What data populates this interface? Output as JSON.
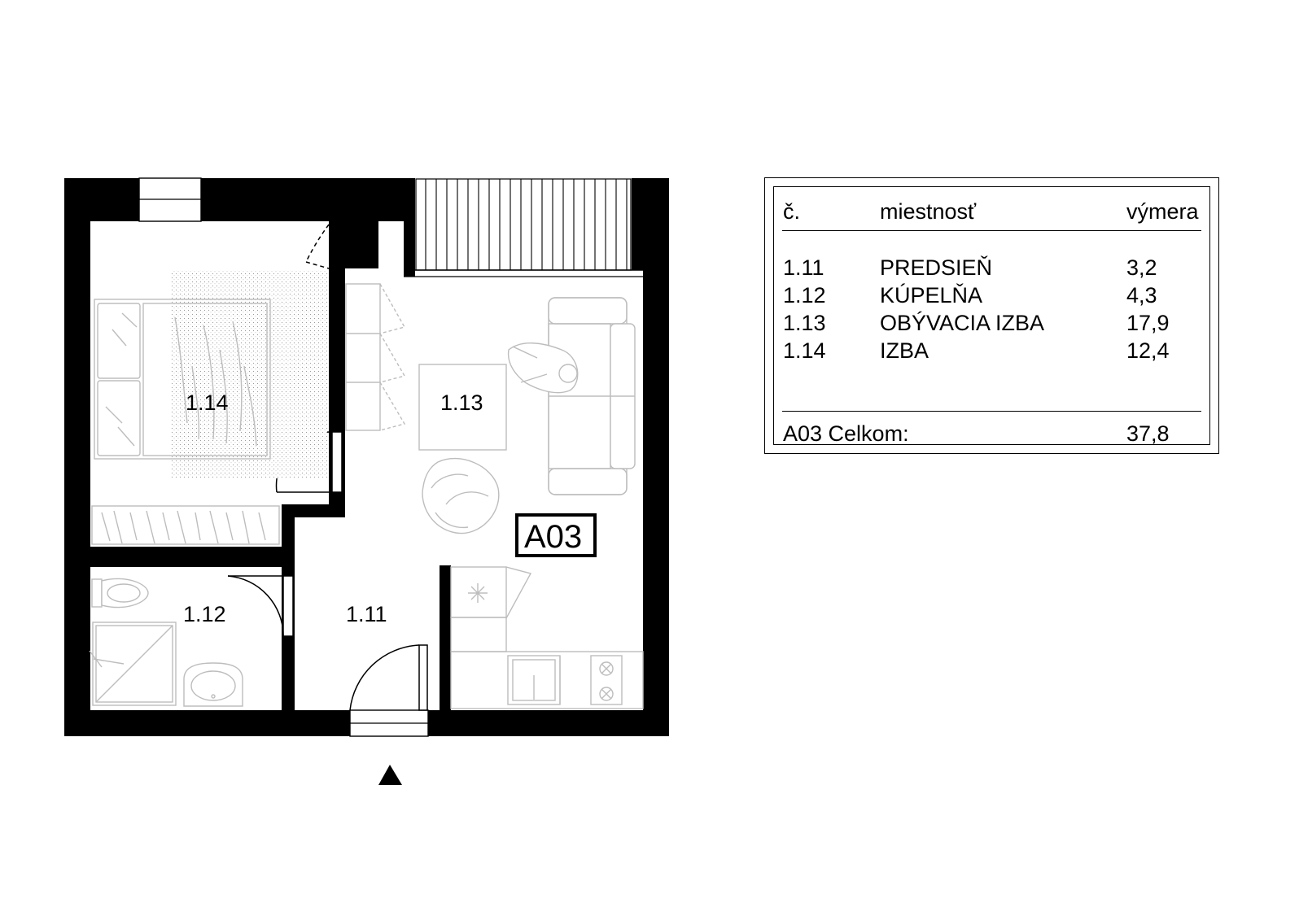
{
  "unit": {
    "label": "A03"
  },
  "rooms": {
    "r111": {
      "number": "1.11"
    },
    "r112": {
      "number": "1.12"
    },
    "r113": {
      "number": "1.13"
    },
    "r114": {
      "number": "1.14"
    }
  },
  "legend": {
    "headers": {
      "number": "č.",
      "room": "miestnosť",
      "area": "výmera"
    },
    "rows": [
      {
        "number": "1.11",
        "room": "PREDSIEŇ",
        "area": "3,2"
      },
      {
        "number": "1.12",
        "room": "KÚPELŇA",
        "area": "4,3"
      },
      {
        "number": "1.13",
        "room": "OBÝVACIA IZBA",
        "area": "17,9"
      },
      {
        "number": "1.14",
        "room": "IZBA",
        "area": "12,4"
      }
    ],
    "total": {
      "label": "A03 Celkom:",
      "area": "37,8"
    }
  },
  "icons": {
    "entrance": "entrance-arrow-icon"
  },
  "colors": {
    "wall": "#000000",
    "furniture": "#bdbdbd",
    "background": "#ffffff"
  }
}
